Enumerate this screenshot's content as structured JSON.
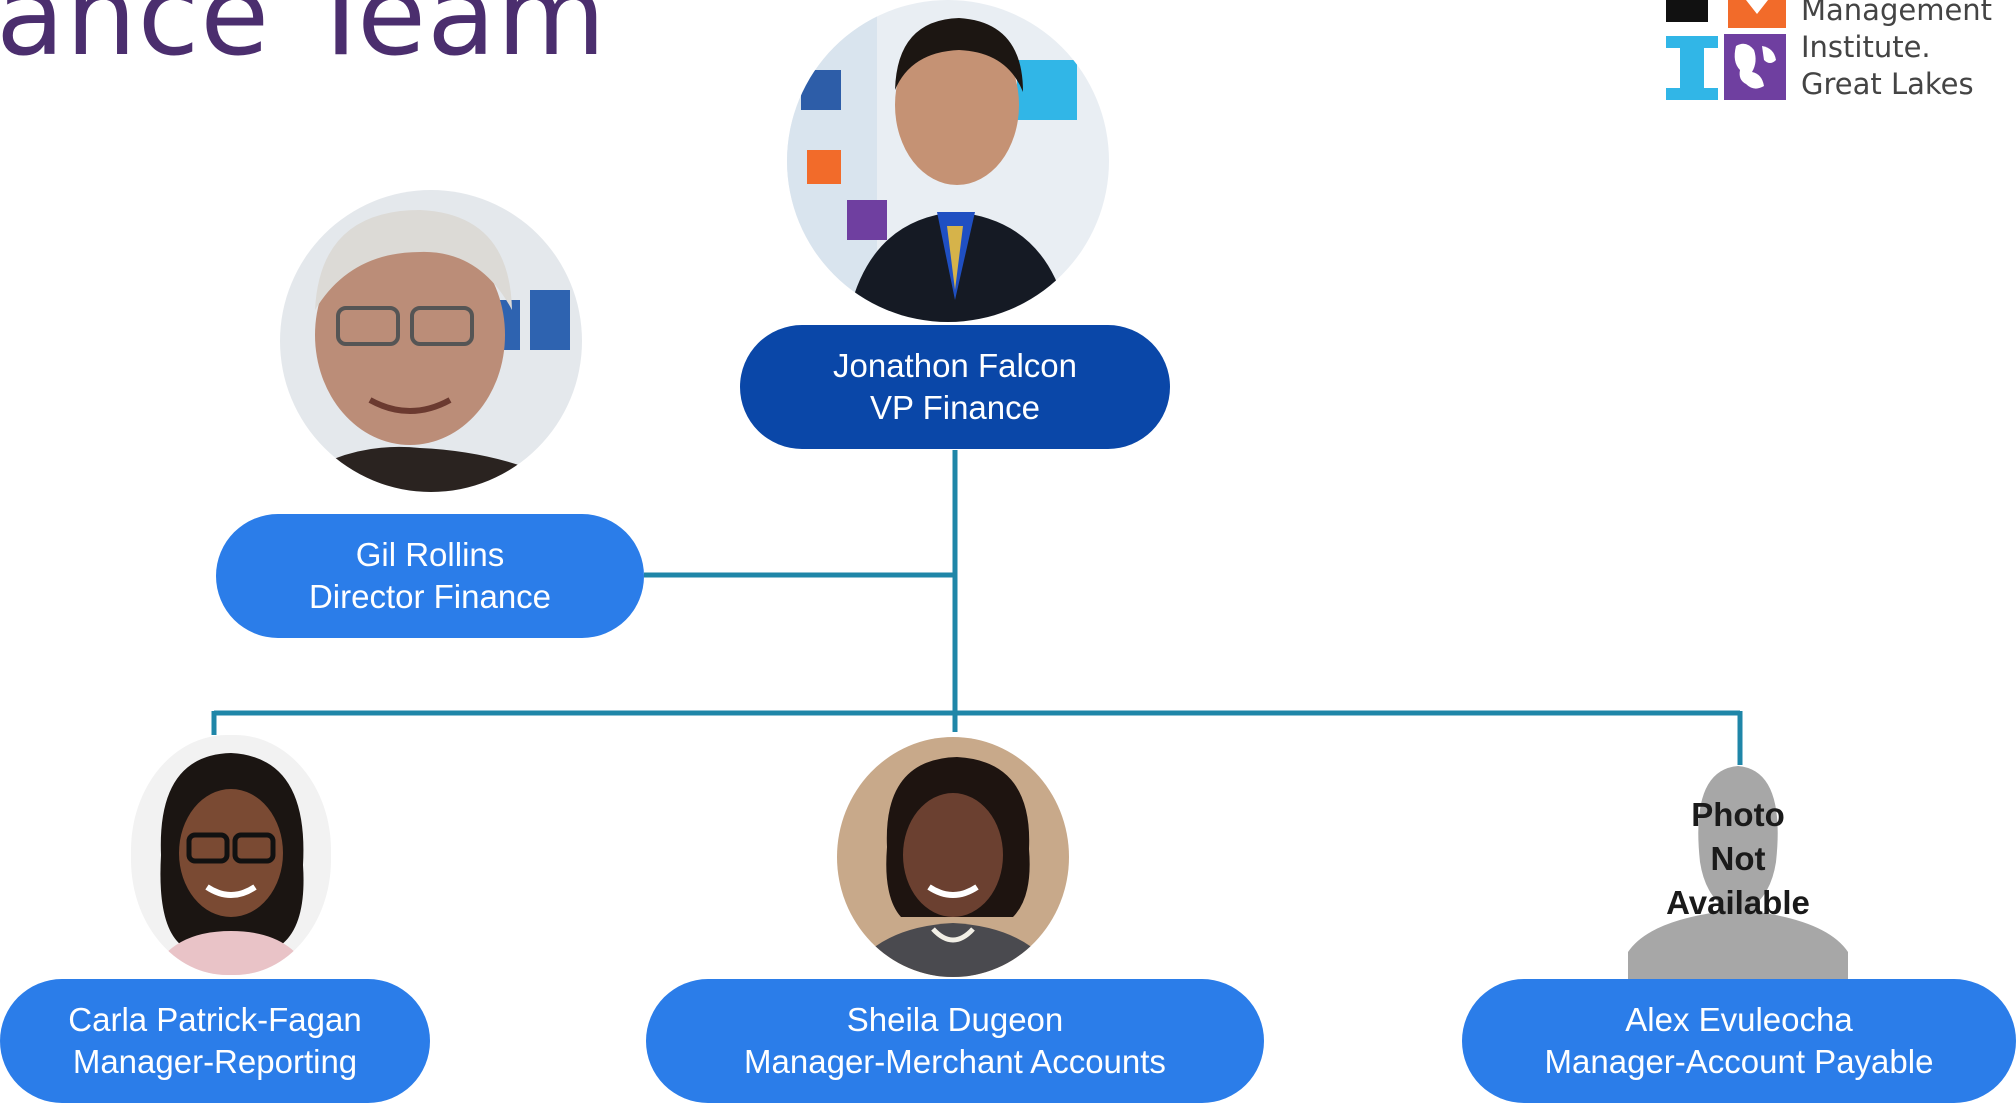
{
  "slide": {
    "title": "ance Team"
  },
  "logo": {
    "lines": [
      "Management",
      "Institute.",
      "Great Lakes"
    ],
    "colors": {
      "orange": "#f26b2a",
      "cyan": "#31b6e7",
      "purple": "#6f3fa0",
      "black": "#111111"
    }
  },
  "org": {
    "colors": {
      "top_box": "#0a47a8",
      "box": "#2b7de9",
      "connector": "#1f86a8"
    },
    "vp": {
      "name": "Jonathon Falcon",
      "role": "VP Finance",
      "photo_icon": "person-photo"
    },
    "director": {
      "name": "Gil Rollins",
      "role": "Director Finance",
      "photo_icon": "person-photo"
    },
    "managers": [
      {
        "name": "Carla Patrick-Fagan",
        "role": "Manager-Reporting",
        "photo_icon": "person-photo"
      },
      {
        "name": "Sheila Dugeon",
        "role": "Manager-Merchant Accounts",
        "photo_icon": "person-photo"
      },
      {
        "name": "Alex Evuleocha",
        "role": "Manager-Account Payable",
        "photo_icon": "silhouette-placeholder",
        "placeholder_lines": [
          "Photo",
          "Not",
          "Available"
        ]
      }
    ]
  }
}
